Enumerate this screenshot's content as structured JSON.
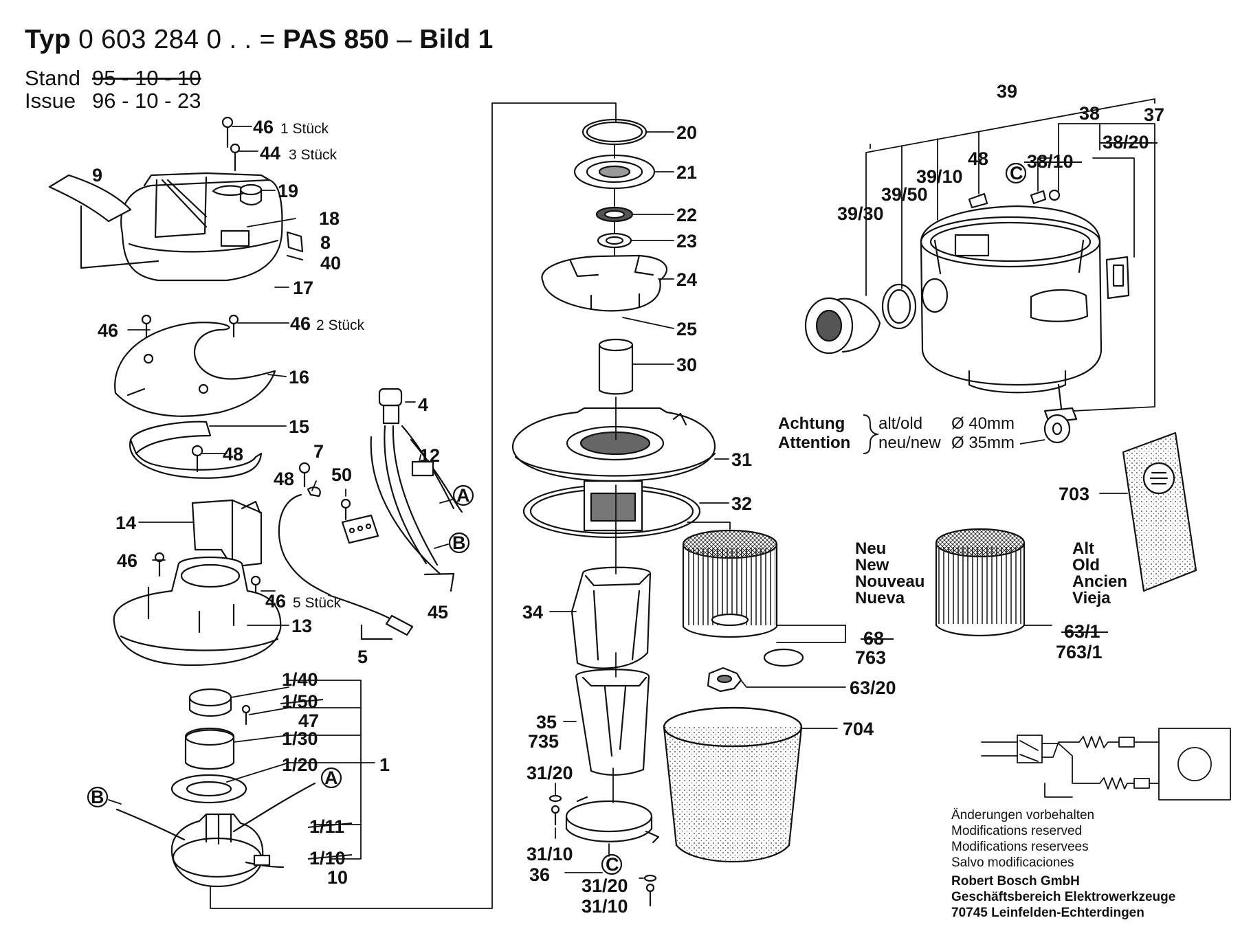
{
  "header": {
    "title_prefix": "Typ",
    "type_number": "0 603 284 0",
    "title_mid": " . . = ",
    "model": "PAS 850",
    "title_sep": " – ",
    "figure": "Bild 1",
    "stand_label": "Stand",
    "stand_value": "95 - 10 - 10",
    "issue_label": "Issue",
    "issue_value": "96 - 10 - 23"
  },
  "qty": {
    "one_piece": "1 Stück",
    "three_pieces": "3 Stück",
    "two_pieces": "2 Stück",
    "five_pieces": "5 Stück"
  },
  "parts": {
    "p46": "46",
    "p44": "44",
    "p9": "9",
    "p19": "19",
    "p18": "18",
    "p8": "8",
    "p40": "40",
    "p17": "17",
    "p16": "16",
    "p15": "15",
    "p48": "48",
    "p7": "7",
    "p50": "50",
    "p4": "4",
    "p12": "12",
    "p14": "14",
    "p13": "13",
    "p5": "5",
    "p45": "45",
    "p1_40": "1/40",
    "p1_50": "1/50",
    "p47": "47",
    "p1_30": "1/30",
    "p1_20": "1/20",
    "p1": "1",
    "p1_11": "1/11",
    "p1_10": "1/10",
    "p10": "10",
    "p20": "20",
    "p21": "21",
    "p22": "22",
    "p23": "23",
    "p24": "24",
    "p25": "25",
    "p30": "30",
    "p31": "31",
    "p32": "32",
    "p34": "34",
    "p35": "35",
    "p735": "735",
    "p31_20": "31/20",
    "p31_10": "31/10",
    "p36": "36",
    "p68": "68",
    "p763": "763",
    "p63_20": "63/20",
    "p704": "704",
    "p63_1": "63/1",
    "p763_1": "763/1",
    "p703": "703",
    "p39": "39",
    "p38": "38",
    "p37": "37",
    "p38_10": "38/10",
    "p38_20": "38/20",
    "p39_10": "39/10",
    "p39_50": "39/50",
    "p39_30": "39/30"
  },
  "markers": {
    "a": "A",
    "b": "B",
    "c": "C"
  },
  "filter_new": [
    "Neu",
    "New",
    "Nouveau",
    "Nueva"
  ],
  "filter_old": [
    "Alt",
    "Old",
    "Ancien",
    "Vieja"
  ],
  "attention": {
    "label_de": "Achtung",
    "label_en": "Attention",
    "old_label": "alt/old",
    "old_value": "Ø 40mm",
    "new_label": "neu/new",
    "new_value": "Ø 35mm"
  },
  "footer": {
    "line1": "Änderungen vorbehalten",
    "line2": "Modifications reserved",
    "line3": "Modifications reservees",
    "line4": "Salvo modificaciones",
    "company": "Robert Bosch GmbH",
    "division": "Geschäftsbereich Elektrowerkzeuge",
    "address": "70745 Leinfelden-Echterdingen"
  }
}
